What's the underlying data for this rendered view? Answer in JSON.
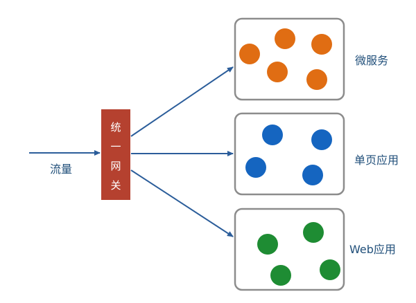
{
  "input_label": "流量",
  "gateway": {
    "chars": [
      "统",
      "一",
      "网",
      "关"
    ],
    "color": "#b5412f"
  },
  "colors": {
    "arrow": "#2b5d9a",
    "label": "#1f4e79",
    "box_border": "#8c8c8c"
  },
  "groups": [
    {
      "label": "微服务",
      "color": "#e06d13"
    },
    {
      "label": "单页应用",
      "color": "#1565c0"
    },
    {
      "label": "Web应用",
      "color": "#1e8c33"
    }
  ]
}
